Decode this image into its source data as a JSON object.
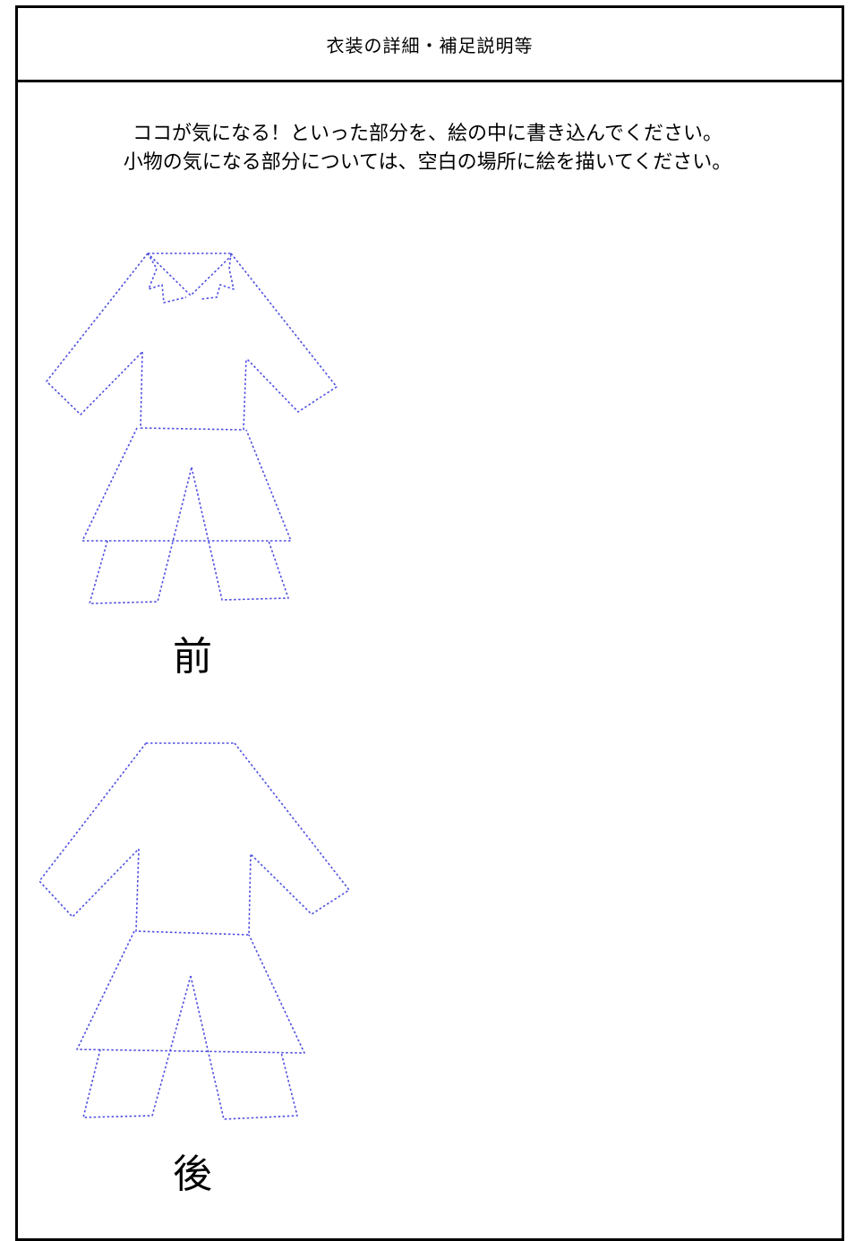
{
  "header": {
    "title": "衣装の詳細・補足説明等"
  },
  "instructions": {
    "line1": "ココが気になる！といった部分を、絵の中に書き込んでください。",
    "line2": "小物の気になる部分については、空白の場所に絵を描いてください。"
  },
  "figures": {
    "front_label": "前",
    "back_label": "後",
    "outline_color": "#4f4fe0"
  }
}
